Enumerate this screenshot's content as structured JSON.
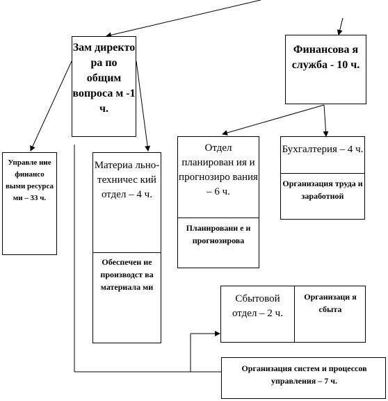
{
  "nodes": {
    "zam": "Зам директо ра по общим вопроса м -1 ч.",
    "fin": "Финансова я служба - 10 ч.",
    "upr": "Управле ние финансо выми ресурса ми – 33 ч.",
    "mto": "Материа льно-техничес кий отдел – 4 ч.",
    "mto_sub": "Обеспечен ие производст ва материала ми",
    "plan": "Отдел планирован ия и прогнозиро вания – 6 ч.",
    "plan_sub": "Планировани е и прогнозирова",
    "buh": "Бухгалтерия – 4 ч.",
    "buh_sub": "Организация труда и заработной",
    "sbyt": "Сбытовой отдел – 2 ч.",
    "sbyt_sub": "Организаци я сбыта",
    "sys": "Организация систем и процессов управления – 7 ч."
  }
}
